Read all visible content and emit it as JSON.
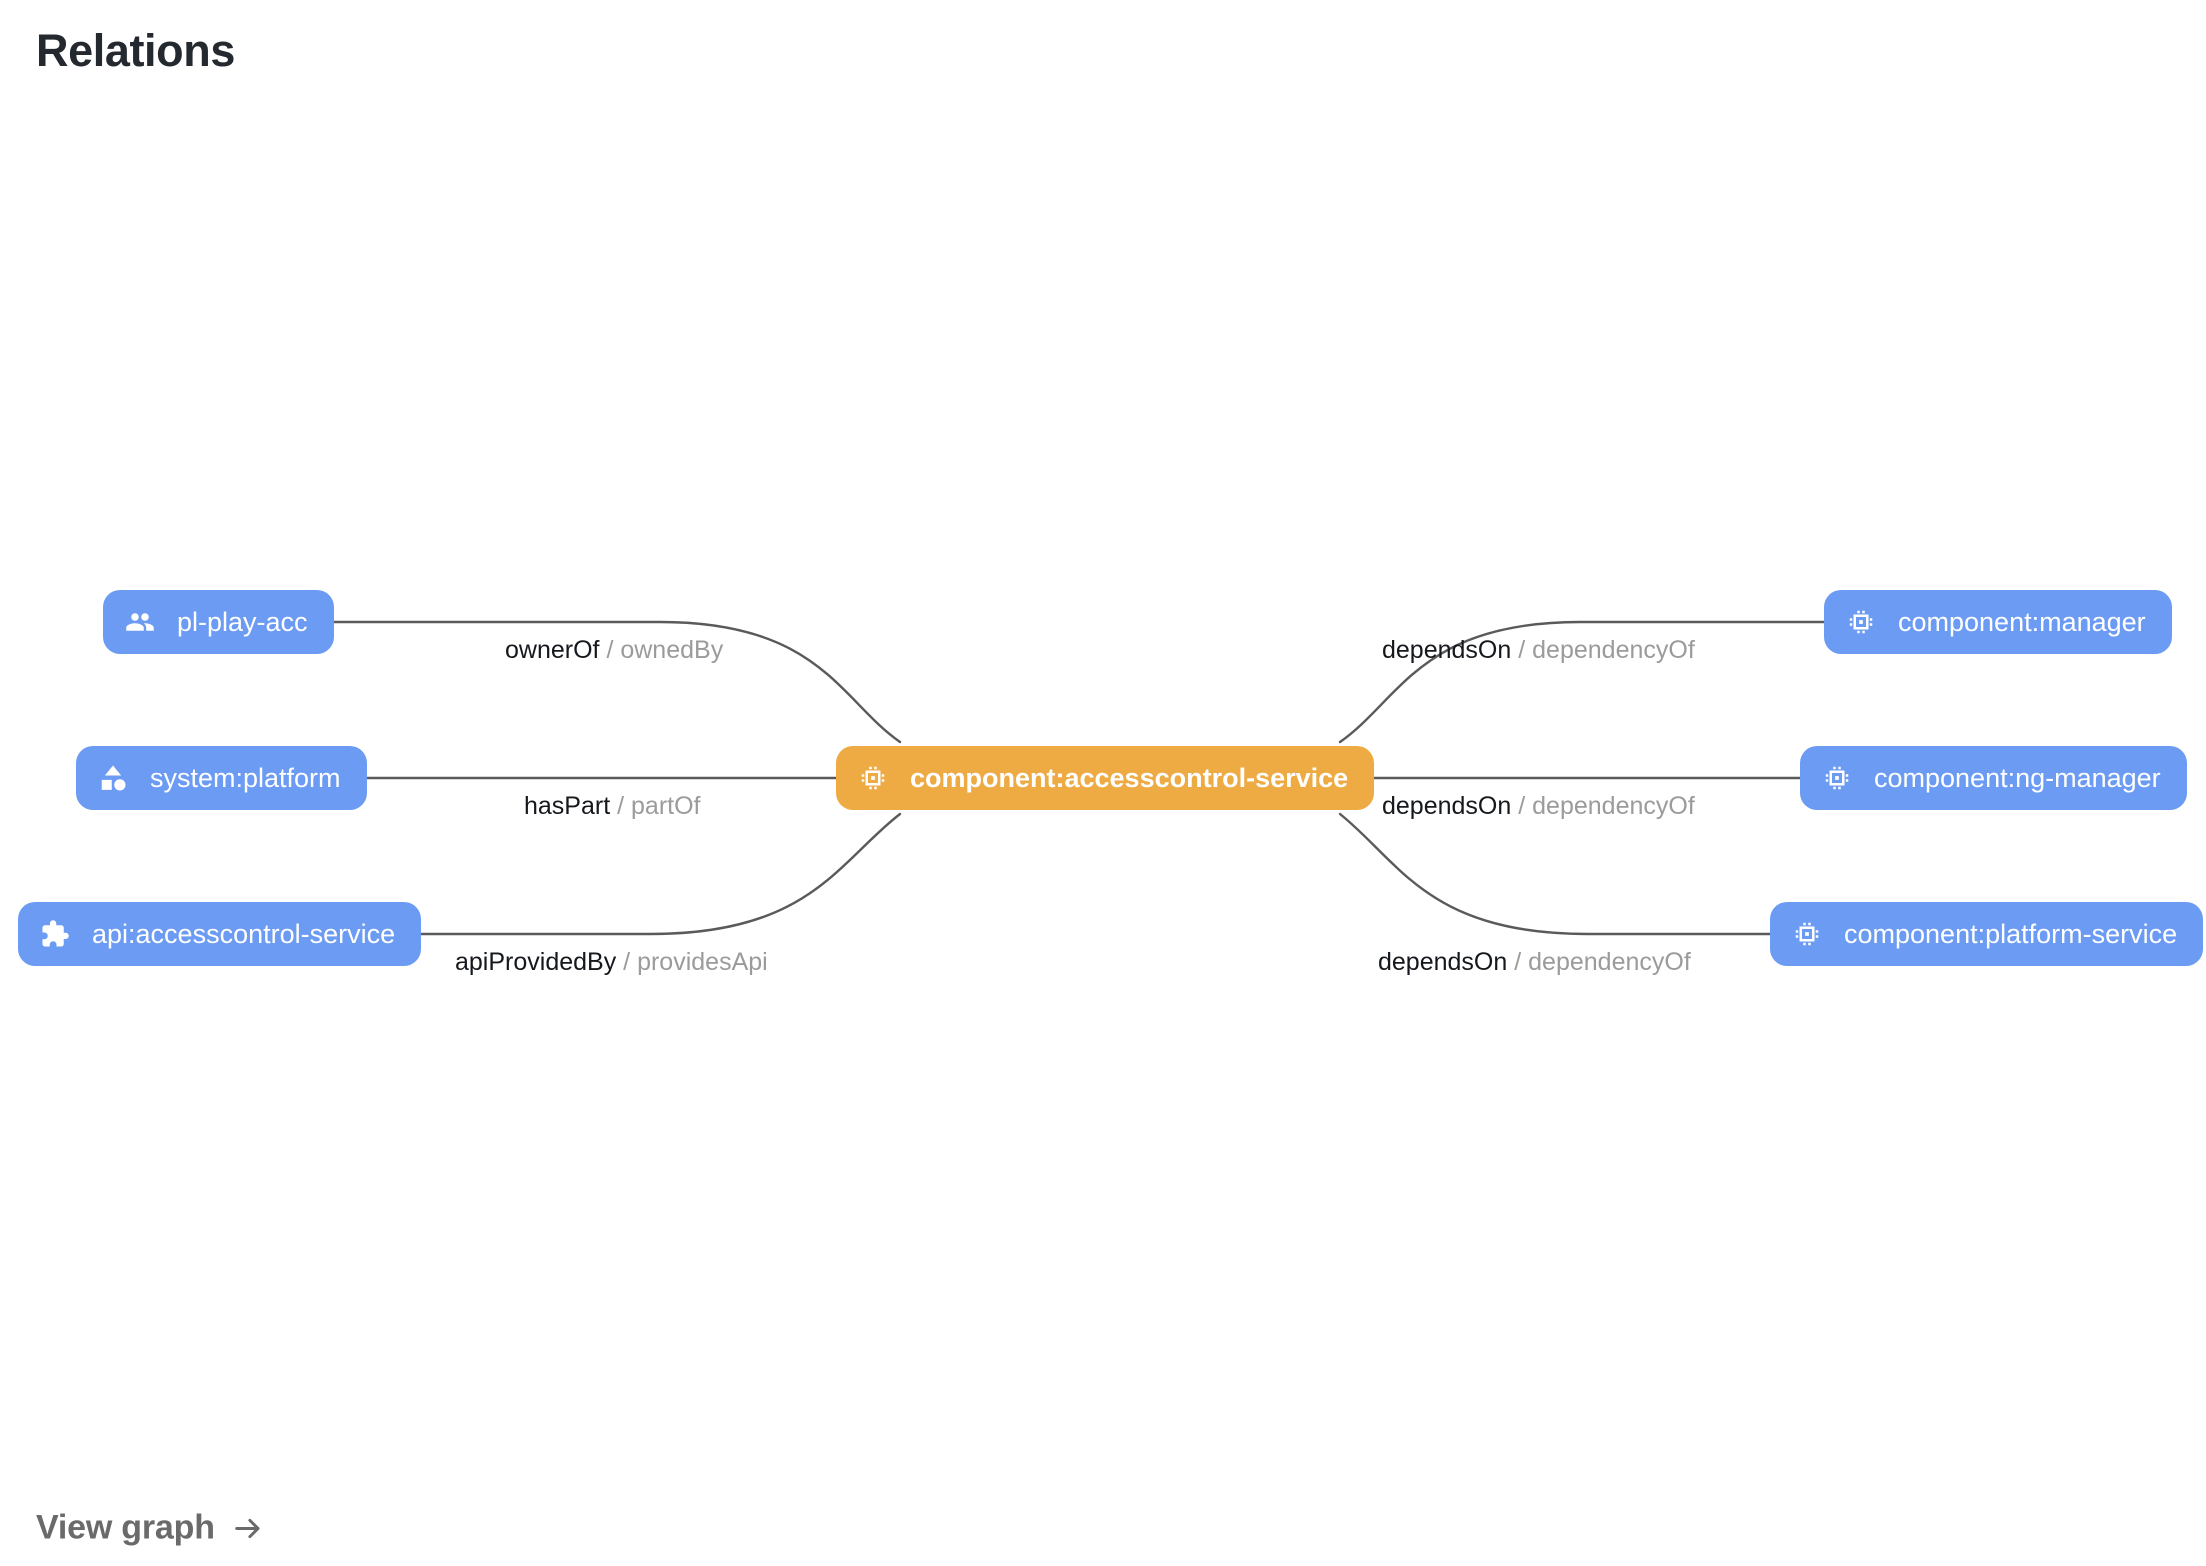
{
  "page": {
    "title": "Relations",
    "background": "#ffffff"
  },
  "colors": {
    "node_default": "#6b9bf2",
    "node_focus": "#eeaa43",
    "node_text": "#ffffff",
    "edge_line": "#5a5a5a",
    "label_forward": "#15181c",
    "label_reverse": "#9b9b9b",
    "title_text": "#24292f",
    "footer_text": "#6a6a6a"
  },
  "graph": {
    "focus_node": {
      "id": "component:accesscontrol-service",
      "label": "component:accesscontrol-service",
      "icon": "chip-icon",
      "kind": "component",
      "highlighted": true
    },
    "nodes": [
      {
        "id": "pl-play-acc",
        "label": "pl-play-acc",
        "icon": "group-icon",
        "kind": "group",
        "side": "left",
        "row": 0
      },
      {
        "id": "system:platform",
        "label": "system:platform",
        "icon": "category-icon",
        "kind": "system",
        "side": "left",
        "row": 1
      },
      {
        "id": "api:accesscontrol-service",
        "label": "api:accesscontrol-service",
        "icon": "puzzle-icon",
        "kind": "api",
        "side": "left",
        "row": 2
      },
      {
        "id": "component:manager",
        "label": "component:manager",
        "icon": "chip-icon",
        "kind": "component",
        "side": "right",
        "row": 0
      },
      {
        "id": "component:ng-manager",
        "label": "component:ng-manager",
        "icon": "chip-icon",
        "kind": "component",
        "side": "right",
        "row": 1
      },
      {
        "id": "component:platform-service",
        "label": "component:platform-service",
        "icon": "chip-icon",
        "kind": "component",
        "side": "right",
        "row": 2
      }
    ],
    "edges": [
      {
        "source": "pl-play-acc",
        "target": "component:accesscontrol-service",
        "forward": "ownerOf",
        "separator": "/",
        "reverse": "ownedBy",
        "side": "left",
        "row": 0
      },
      {
        "source": "system:platform",
        "target": "component:accesscontrol-service",
        "forward": "hasPart",
        "separator": "/",
        "reverse": "partOf",
        "side": "left",
        "row": 1
      },
      {
        "source": "api:accesscontrol-service",
        "target": "component:accesscontrol-service",
        "forward": "apiProvidedBy",
        "separator": "/",
        "reverse": "providesApi",
        "side": "left",
        "row": 2
      },
      {
        "source": "component:accesscontrol-service",
        "target": "component:manager",
        "forward": "dependsOn",
        "separator": "/",
        "reverse": "dependencyOf",
        "side": "right",
        "row": 0
      },
      {
        "source": "component:accesscontrol-service",
        "target": "component:ng-manager",
        "forward": "dependsOn",
        "separator": "/",
        "reverse": "dependencyOf",
        "side": "right",
        "row": 1
      },
      {
        "source": "component:accesscontrol-service",
        "target": "component:platform-service",
        "forward": "dependsOn",
        "separator": "/",
        "reverse": "dependencyOf",
        "side": "right",
        "row": 2
      }
    ]
  },
  "footer": {
    "view_graph_label": "View graph",
    "arrow": "→"
  }
}
